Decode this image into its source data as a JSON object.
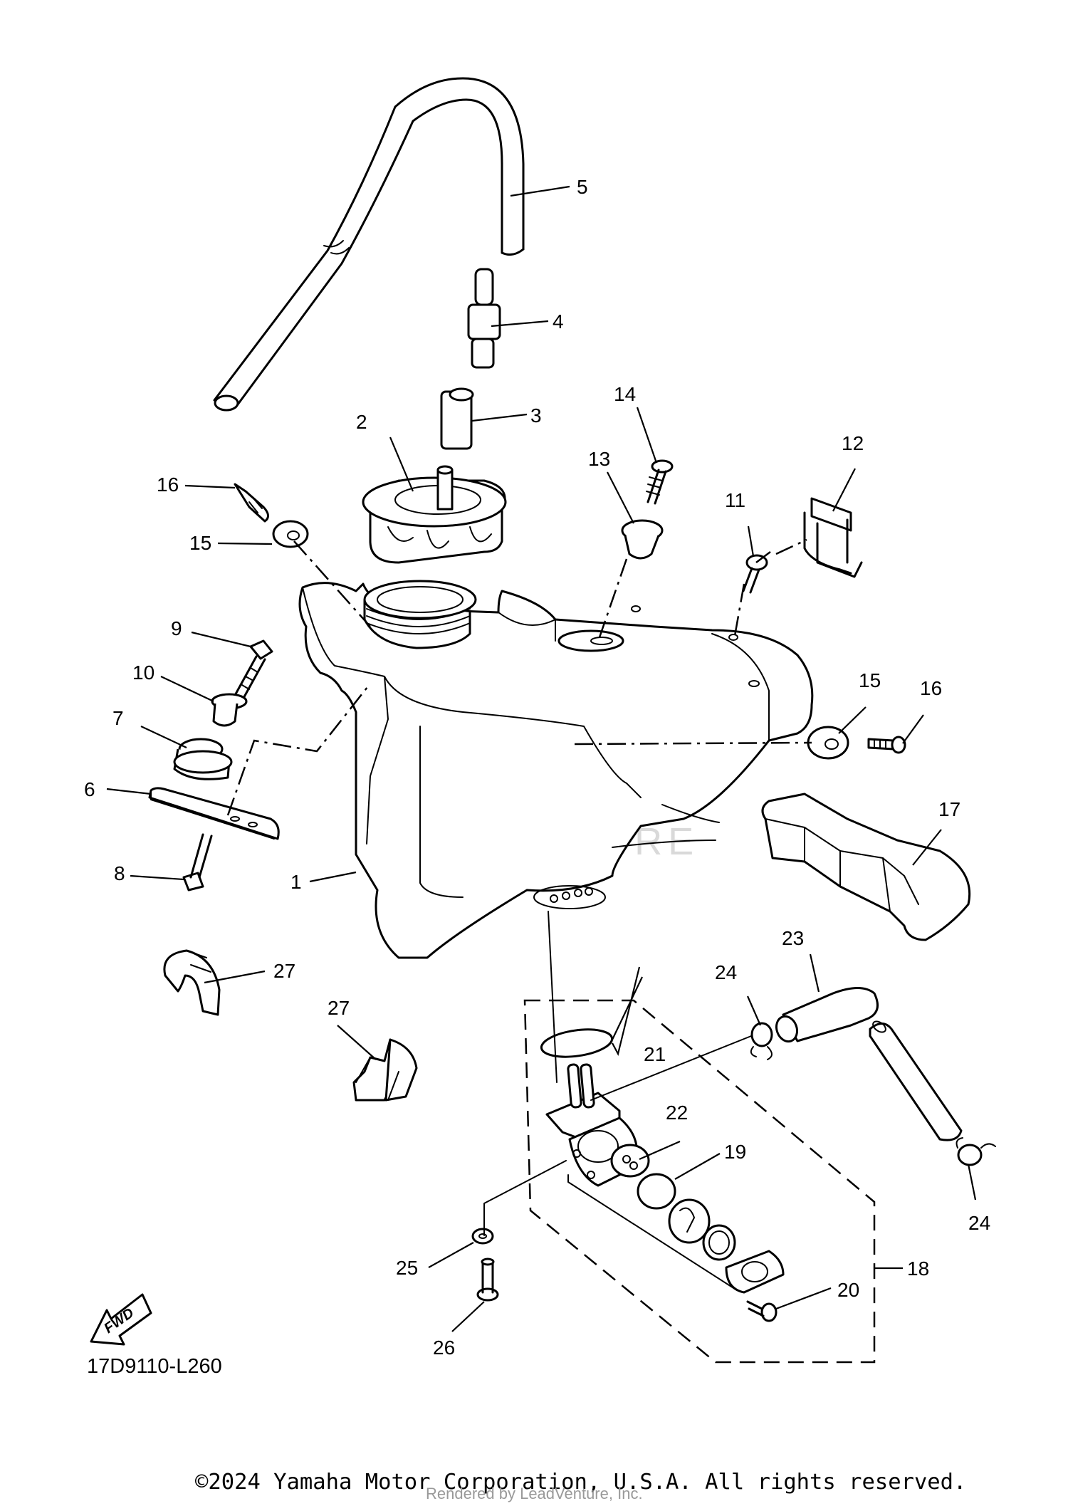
{
  "diagram_code": "17D9110-L260",
  "watermark": "LEADVENTURE",
  "fwd_label": "FWD",
  "footer": {
    "copyright": "©2024 Yamaha Motor Corporation, U.S.A. All rights reserved.",
    "rendered_by": "Rendered by LeadVenture, Inc."
  },
  "callouts": [
    {
      "id": "c1",
      "label": "1"
    },
    {
      "id": "c2",
      "label": "2"
    },
    {
      "id": "c3",
      "label": "3"
    },
    {
      "id": "c4",
      "label": "4"
    },
    {
      "id": "c5",
      "label": "5"
    },
    {
      "id": "c6",
      "label": "6"
    },
    {
      "id": "c7",
      "label": "7"
    },
    {
      "id": "c8",
      "label": "8"
    },
    {
      "id": "c9",
      "label": "9"
    },
    {
      "id": "c10",
      "label": "10"
    },
    {
      "id": "c11",
      "label": "11"
    },
    {
      "id": "c12",
      "label": "12"
    },
    {
      "id": "c13",
      "label": "13"
    },
    {
      "id": "c14",
      "label": "14"
    },
    {
      "id": "c15a",
      "label": "15"
    },
    {
      "id": "c15b",
      "label": "15"
    },
    {
      "id": "c16a",
      "label": "16"
    },
    {
      "id": "c16b",
      "label": "16"
    },
    {
      "id": "c17",
      "label": "17"
    },
    {
      "id": "c18",
      "label": "18"
    },
    {
      "id": "c19",
      "label": "19"
    },
    {
      "id": "c20",
      "label": "20"
    },
    {
      "id": "c21",
      "label": "21"
    },
    {
      "id": "c22",
      "label": "22"
    },
    {
      "id": "c23",
      "label": "23"
    },
    {
      "id": "c24a",
      "label": "24"
    },
    {
      "id": "c24b",
      "label": "24"
    },
    {
      "id": "c25",
      "label": "25"
    },
    {
      "id": "c26",
      "label": "26"
    },
    {
      "id": "c27a",
      "label": "27"
    },
    {
      "id": "c27b",
      "label": "27"
    }
  ]
}
